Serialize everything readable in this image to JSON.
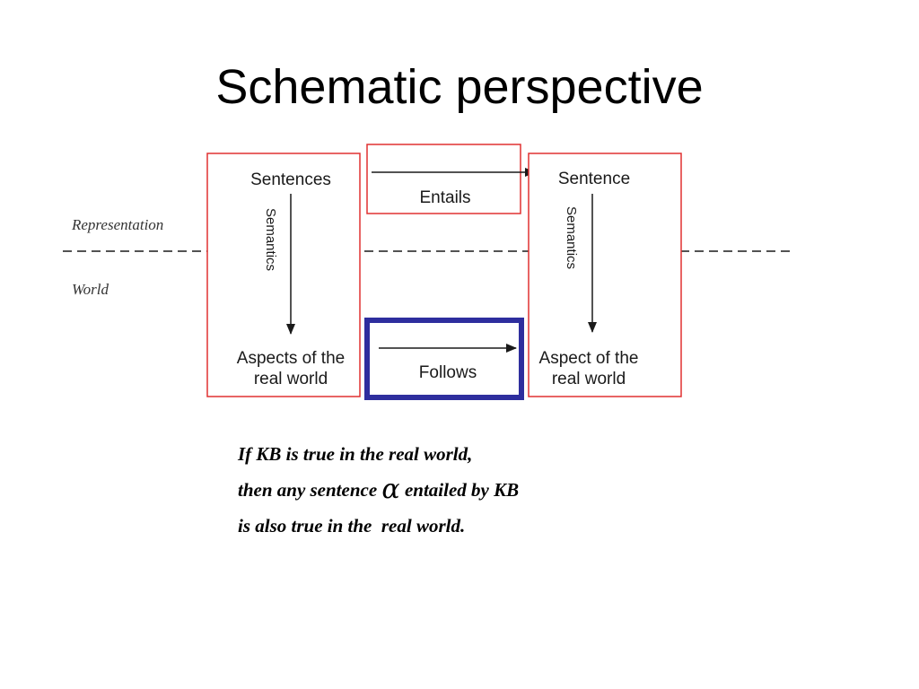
{
  "slide": {
    "title": "Schematic perspective"
  },
  "diagram": {
    "left_top": "Sentences",
    "left_bottom_line1": "Aspects of the",
    "left_bottom_line2": "real world",
    "left_arrow_label": "Semantics",
    "right_top": "Sentence",
    "right_bottom_line1": "Aspect of the",
    "right_bottom_line2": "real world",
    "right_arrow_label": "Semantics",
    "top_relation": "Entails",
    "bottom_relation": "Follows",
    "layer_upper": "Representation",
    "layer_lower": "World",
    "colors": {
      "box_border": "#e03030",
      "follows_border": "#2e2e9e",
      "text": "#1a1a1a"
    }
  },
  "caption": {
    "line1": "If KB is true in the real world,",
    "line2_before": "then any sentence ",
    "alpha": "α",
    "line2_after": " entailed by KB",
    "line3": "is also true in the  real world."
  }
}
